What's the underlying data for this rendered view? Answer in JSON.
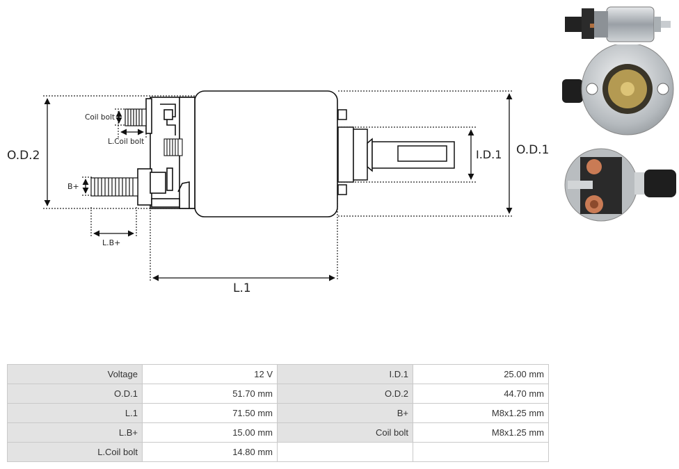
{
  "diagram": {
    "labels": {
      "od2": "O.D.2",
      "od1": "O.D.1",
      "id1": "I.D.1",
      "l1": "L.1",
      "coil_bolt": "Coil bolt",
      "l_coil_bolt": "L.Coil bolt",
      "b_plus": "B+",
      "l_b_plus": "L.B+"
    }
  },
  "specs": {
    "rows": [
      [
        {
          "label": "Voltage",
          "value": "12 V"
        },
        {
          "label": "I.D.1",
          "value": "25.00 mm"
        }
      ],
      [
        {
          "label": "O.D.1",
          "value": "51.70 mm"
        },
        {
          "label": "O.D.2",
          "value": "44.70 mm"
        }
      ],
      [
        {
          "label": "L.1",
          "value": "71.50 mm"
        },
        {
          "label": "B+",
          "value": "M8x1.25 mm"
        }
      ],
      [
        {
          "label": "L.B+",
          "value": "15.00 mm"
        },
        {
          "label": "Coil bolt",
          "value": "M8x1.25 mm"
        }
      ],
      [
        {
          "label": "L.Coil bolt",
          "value": "14.80 mm"
        },
        {
          "label": "",
          "value": ""
        }
      ]
    ]
  }
}
